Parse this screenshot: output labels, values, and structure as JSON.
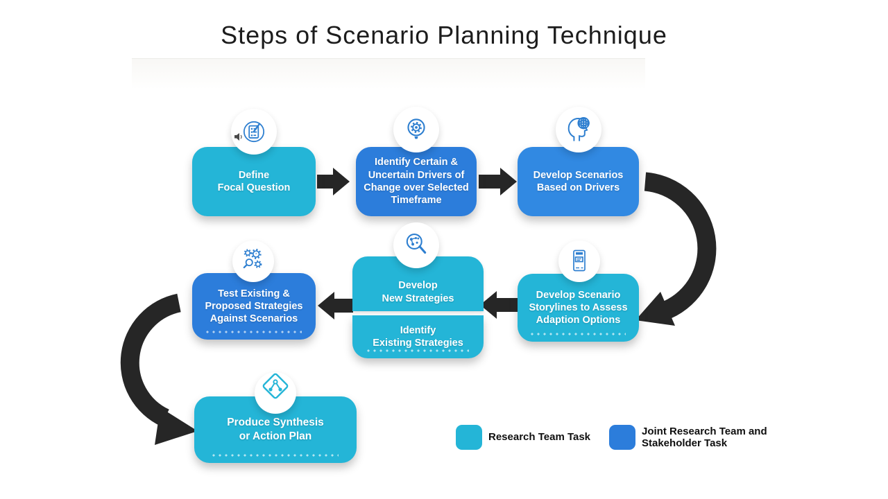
{
  "title": "Steps of Scenario Planning Technique",
  "colors": {
    "research_team": "#24B5D7",
    "joint_team": "#2C7DDB",
    "joint_team_light": "#3189E2",
    "arrow": "#262626",
    "icon_stroke": "#2E7FD0",
    "diamond_stroke": "#24B5D7"
  },
  "steps": [
    {
      "id": "define-focal-question",
      "label": "Define\nFocal Question",
      "task_type": "research",
      "icon": "checklist-pencil-icon"
    },
    {
      "id": "identify-drivers",
      "label": "Identify Certain &\nUncertain Drivers of\nChange over Selected\nTimeframe",
      "task_type": "joint",
      "icon": "gear-bulb-icon"
    },
    {
      "id": "develop-scenarios",
      "label": "Develop Scenarios\nBased on Drivers",
      "task_type": "joint",
      "icon": "head-globe-icon"
    },
    {
      "id": "develop-storylines",
      "label": "Develop Scenario\nStorylines to Assess\nAdaption Options",
      "task_type": "research",
      "icon": "survey-form-icon"
    },
    {
      "id": "develop-new-strategies",
      "label": "Develop\nNew Strategies",
      "task_type": "research",
      "icon": "search-network-icon"
    },
    {
      "id": "identify-existing-strategies",
      "label": "Identify\nExisting Strategies",
      "task_type": "research",
      "icon": ""
    },
    {
      "id": "test-strategies",
      "label": "Test Existing &\nProposed Strategies\nAgainst Scenarios",
      "task_type": "joint",
      "icon": "gears-magnifier-icon"
    },
    {
      "id": "produce-synthesis",
      "label": "Produce Synthesis\nor Action Plan",
      "task_type": "research",
      "icon": "network-diamond-icon"
    }
  ],
  "legend": [
    {
      "label": "Research Team Task",
      "color": "#24B5D7"
    },
    {
      "label": "Joint Research Team and\nStakeholder Task",
      "color": "#2C7DDB"
    }
  ]
}
